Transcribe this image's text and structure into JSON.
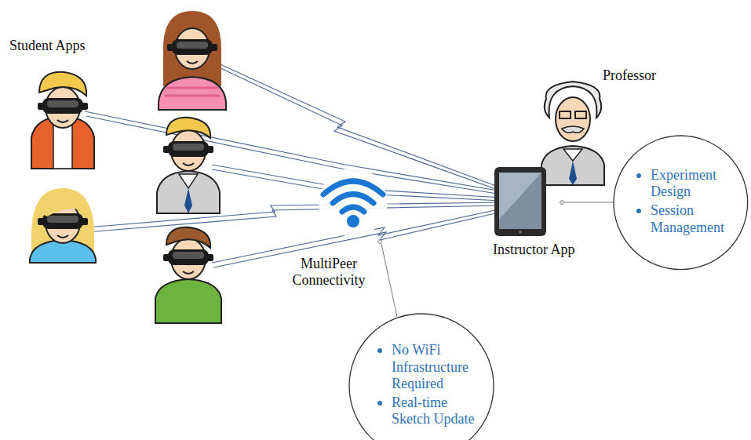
{
  "diagram": {
    "nodes": [
      {
        "text": [
          "Experiment Design",
          "Session Management"
        ]
      },
      {
        "text": [
          "No WiFi Infrastructure Required",
          "Real-time Sketch Update"
        ]
      }
    ],
    "labels": [
      "Student Apps",
      "Professor",
      "Instructor App",
      "MultiPeer Connectivity"
    ]
  }
}
